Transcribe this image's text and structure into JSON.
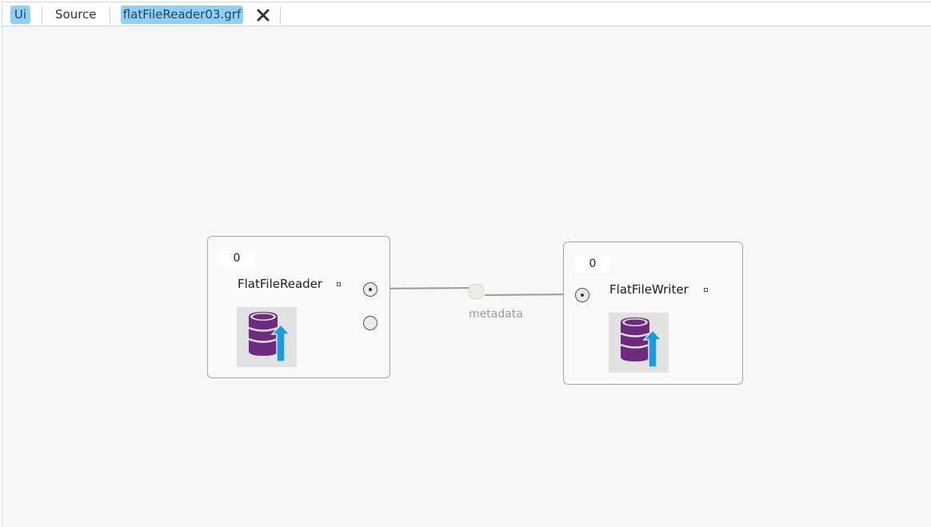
{
  "tabs": [
    {
      "label": "Ui",
      "active": true
    },
    {
      "label": "Source",
      "active": false
    },
    {
      "label": "flatFileReader03.grf",
      "active": true
    }
  ],
  "toolbar": {
    "close_icon": "close-icon"
  },
  "graph": {
    "nodes": [
      {
        "id": "reader",
        "label": "FlatFileReader",
        "count": "0",
        "icon": "database-upload-icon"
      },
      {
        "id": "writer",
        "label": "FlatFileWriter",
        "count": "0",
        "icon": "database-upload-icon"
      }
    ],
    "edge": {
      "label": "metadata"
    }
  },
  "colors": {
    "tab_active": "#8fd0fb",
    "database": "#6e2a7e",
    "arrow": "#1a9be0",
    "canvas": "#f7f7f7"
  }
}
